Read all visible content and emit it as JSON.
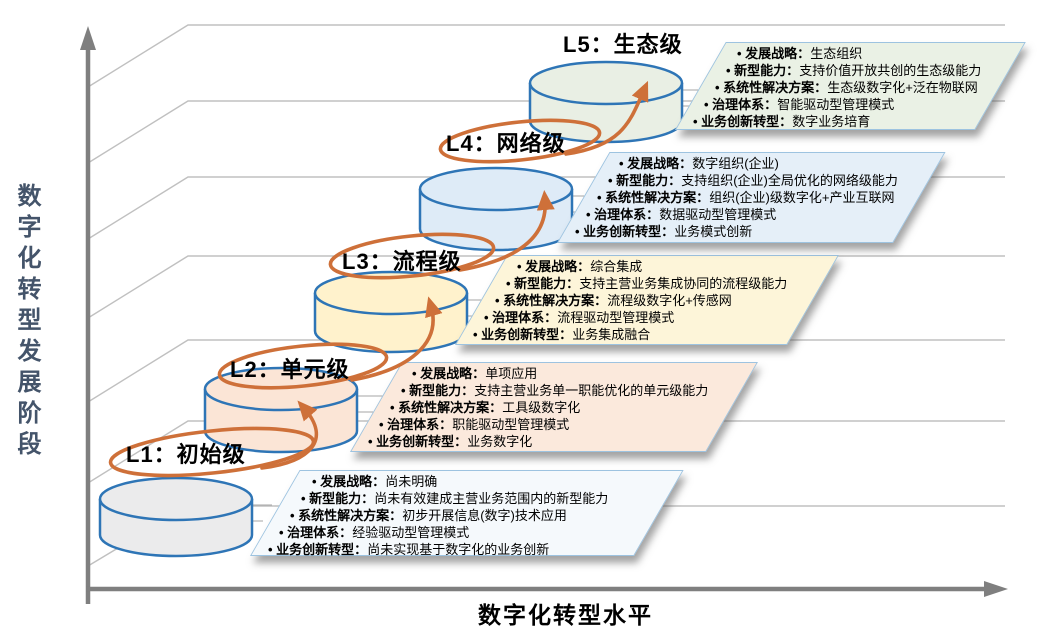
{
  "diagram": {
    "y_axis_label": "数字化转型发展阶段",
    "x_axis_label": "数字化转型水平"
  },
  "levels": [
    {
      "code": "L1",
      "name": "初始级",
      "title": "L1：初始级",
      "cylinder_fill": "#EBEBEC",
      "box_fill": "#F5F9FC",
      "items": [
        {
          "label": "发展战略：",
          "text": "尚未明确"
        },
        {
          "label": "新型能力：",
          "text": "尚未有效建成主营业务范围内的新型能力"
        },
        {
          "label": "系统性解决方案：",
          "text": "初步开展信息(数字)技术应用"
        },
        {
          "label": "治理体系：",
          "text": "经验驱动型管理模式"
        },
        {
          "label": "业务创新转型：",
          "text": "尚未实现基于数字化的业务创新"
        }
      ]
    },
    {
      "code": "L2",
      "name": "单元级",
      "title": "L2：单元级",
      "cylinder_fill": "#FBE5D6",
      "box_fill": "#FBE9DC",
      "items": [
        {
          "label": "发展战略：",
          "text": "单项应用"
        },
        {
          "label": "新型能力：",
          "text": "支持主营业务单一职能优化的单元级能力"
        },
        {
          "label": "系统性解决方案：",
          "text": "工具级数字化"
        },
        {
          "label": "治理体系：",
          "text": "职能驱动型管理模式"
        },
        {
          "label": "业务创新转型：",
          "text": "业务数字化"
        }
      ]
    },
    {
      "code": "L3",
      "name": "流程级",
      "title": "L3：流程级",
      "cylinder_fill": "#FFF2CC",
      "box_fill": "#FDF5D9",
      "items": [
        {
          "label": "发展战略：",
          "text": "综合集成"
        },
        {
          "label": "新型能力：",
          "text": "支持主营业务集成协同的流程级能力"
        },
        {
          "label": "系统性解决方案：",
          "text": "流程级数字化+传感网"
        },
        {
          "label": "治理体系：",
          "text": "流程驱动型管理模式"
        },
        {
          "label": "业务创新转型：",
          "text": "业务集成融合"
        }
      ]
    },
    {
      "code": "L4",
      "name": "网络级",
      "title": "L4：网络级",
      "cylinder_fill": "#DEEBF7",
      "box_fill": "#E5EFF8",
      "items": [
        {
          "label": "发展战略：",
          "text": "数字组织(企业)"
        },
        {
          "label": "新型能力：",
          "text": "支持组织(企业)全局优化的网络级能力"
        },
        {
          "label": "系统性解决方案：",
          "text": "组织(企业)级数字化+产业互联网"
        },
        {
          "label": "治理体系：",
          "text": "数据驱动型管理模式"
        },
        {
          "label": "业务创新转型：",
          "text": "业务模式创新"
        }
      ]
    },
    {
      "code": "L5",
      "name": "生态级",
      "title": "L5：生态级",
      "cylinder_fill": "#E9EFE4",
      "box_fill": "#EAF1E5",
      "items": [
        {
          "label": "发展战略：",
          "text": "生态组织"
        },
        {
          "label": "新型能力：",
          "text": "支持价值开放共创的生态级能力"
        },
        {
          "label": "系统性解决方案：",
          "text": "生态级数字化+泛在物联网"
        },
        {
          "label": "治理体系：",
          "text": "智能驱动型管理模式"
        },
        {
          "label": "业务创新转型：",
          "text": "数字业务培育"
        }
      ]
    }
  ],
  "colors": {
    "cylinder_stroke": "#2E75B6",
    "arrow": "#CE7039",
    "axis": "#7F7F7F",
    "stair_grid": "#C0C0C0",
    "y_axis_label_color": "#44546A",
    "box_border": "#9DC3E0"
  }
}
